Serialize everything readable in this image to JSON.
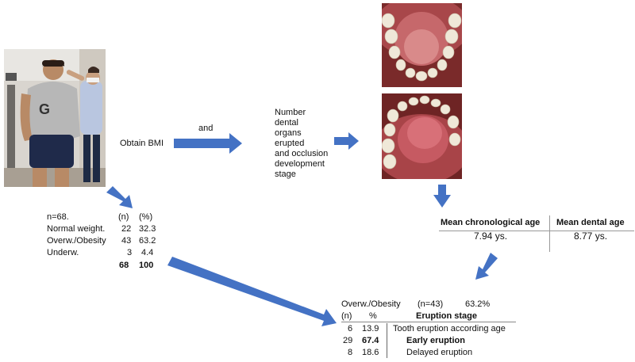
{
  "arrow_color": "#4472C4",
  "labels": {
    "obtain_bmi": "Obtain BMI",
    "and": "and",
    "number_lines": [
      "Number",
      "dental",
      "organs",
      "erupted",
      "and occlusion",
      "development",
      "stage"
    ]
  },
  "sample_table": {
    "n_label": "n=68.",
    "col_n": "(n)",
    "col_pct": "(%)",
    "rows": [
      {
        "label": "Normal weight.",
        "n": "22",
        "pct": "32.3"
      },
      {
        "label": "Overw./Obesity",
        "n": "43",
        "pct": "63.2"
      },
      {
        "label": "Underw.",
        "n": "3",
        "pct": "4.4"
      }
    ],
    "total_n": "68",
    "total_pct": "100"
  },
  "age_table": {
    "chron_header": "Mean chronological age",
    "dental_header": "Mean dental  age",
    "chron_value": "7.94 ys.",
    "dental_value": "8.77 ys."
  },
  "eruption_table": {
    "group_label": "Overw./Obesity",
    "group_n": "(n=43)",
    "group_pct": "63.2%",
    "col_n": "(n)",
    "col_pct": "%",
    "stage_header": "Eruption stage",
    "rows": [
      {
        "n": "6",
        "pct": "13.9",
        "stage": "Tooth eruption according age",
        "bold": false
      },
      {
        "n": "29",
        "pct": "67.4",
        "stage": "Early eruption",
        "bold": true
      },
      {
        "n": "8",
        "pct": "18.6",
        "stage": "Delayed eruption",
        "bold": false
      }
    ]
  }
}
